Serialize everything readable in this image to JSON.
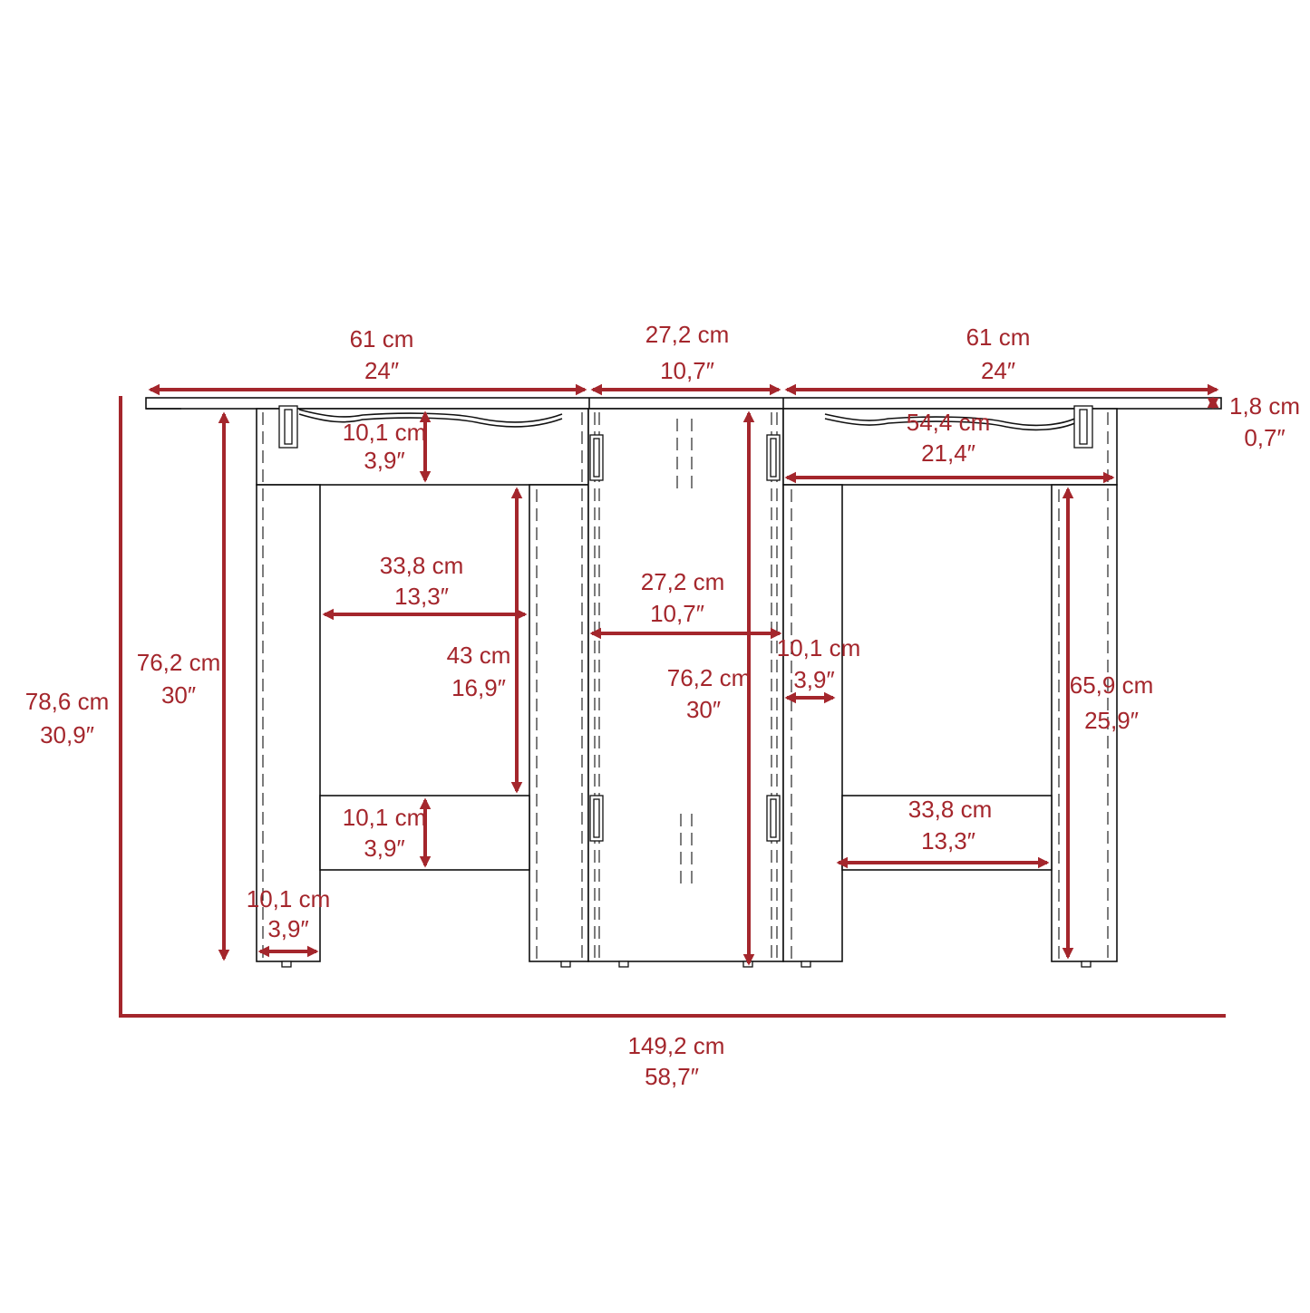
{
  "accent_color": "#a4262c",
  "dimensions": {
    "leaf_left": {
      "cm": "61 cm",
      "in": "24″"
    },
    "center_top": {
      "cm": "27,2 cm",
      "in": "10,7″"
    },
    "leaf_right": {
      "cm": "61 cm",
      "in": "24″"
    },
    "top_thickness": {
      "cm": "1,8 cm",
      "in": "0,7″"
    },
    "apron_left": {
      "cm": "10,1 cm",
      "in": "3,9″"
    },
    "apron_right_width": {
      "cm": "54,4 cm",
      "in": "21,4″"
    },
    "left_opening_width": {
      "cm": "33,8 cm",
      "in": "13,3″"
    },
    "left_opening_height": {
      "cm": "43 cm",
      "in": "16,9″"
    },
    "center_width": {
      "cm": "27,2 cm",
      "in": "10,7″"
    },
    "center_height": {
      "cm": "76,2 cm",
      "in": "30″"
    },
    "right_post_gap": {
      "cm": "10,1 cm",
      "in": "3,9″"
    },
    "right_leg_height": {
      "cm": "65,9 cm",
      "in": "25,9″"
    },
    "left_leg_height": {
      "cm": "76,2 cm",
      "in": "30″"
    },
    "total_height": {
      "cm": "78,6 cm",
      "in": "30,9″"
    },
    "left_lower_rail": {
      "cm": "10,1 cm",
      "in": "3,9″"
    },
    "right_lower_width": {
      "cm": "33,8 cm",
      "in": "13,3″"
    },
    "left_leg_width": {
      "cm": "10,1 cm",
      "in": "3,9″"
    },
    "total_width": {
      "cm": "149,2 cm",
      "in": "58,7″"
    }
  }
}
